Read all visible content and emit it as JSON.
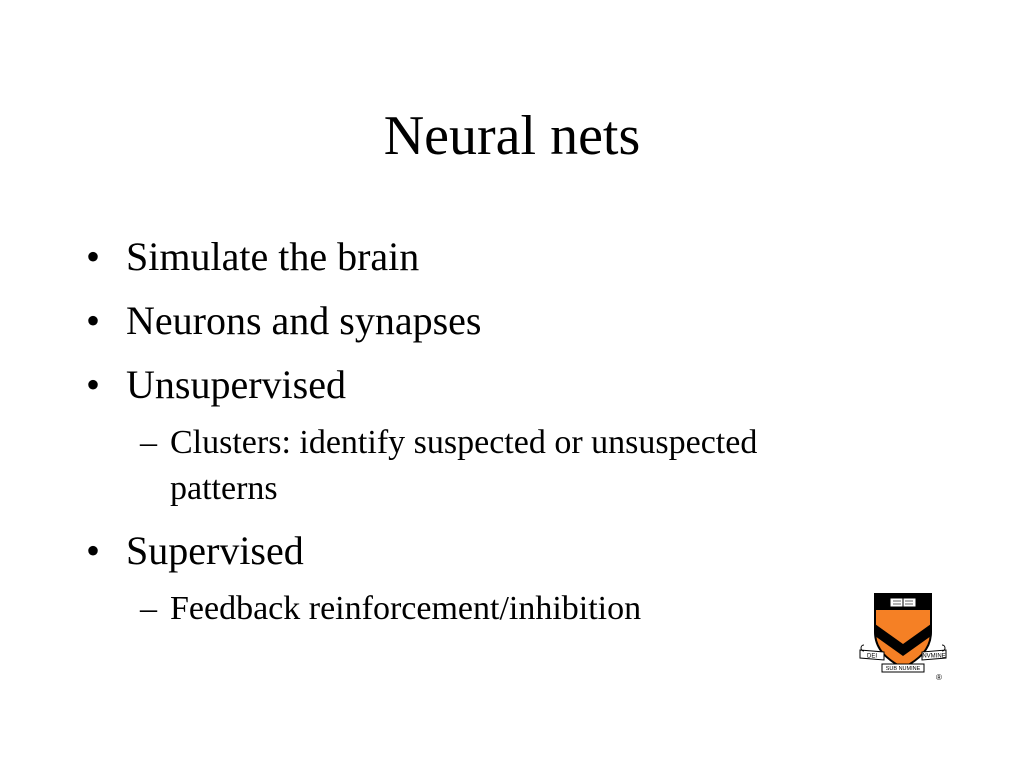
{
  "slide": {
    "title": "Neural nets",
    "bullets": [
      {
        "bullet": "•",
        "text": "Simulate the brain"
      },
      {
        "bullet": "•",
        "text": "Neurons and synapses"
      },
      {
        "bullet": "•",
        "text": "Unsupervised"
      },
      {
        "dash": "–",
        "text": "Clusters: identify suspected or unsuspected patterns"
      },
      {
        "bullet": "•",
        "text": "Supervised"
      },
      {
        "dash": "–",
        "text": "Feedback reinforcement/inhibition"
      }
    ],
    "logo": {
      "icon": "princeton-shield-icon",
      "ribbon_left": "DEI",
      "ribbon_right": "NVMINE",
      "ribbon_bottom": "SUB NUMINE",
      "registered": "®",
      "colors": {
        "orange": "#f58025",
        "black": "#000000"
      }
    }
  }
}
